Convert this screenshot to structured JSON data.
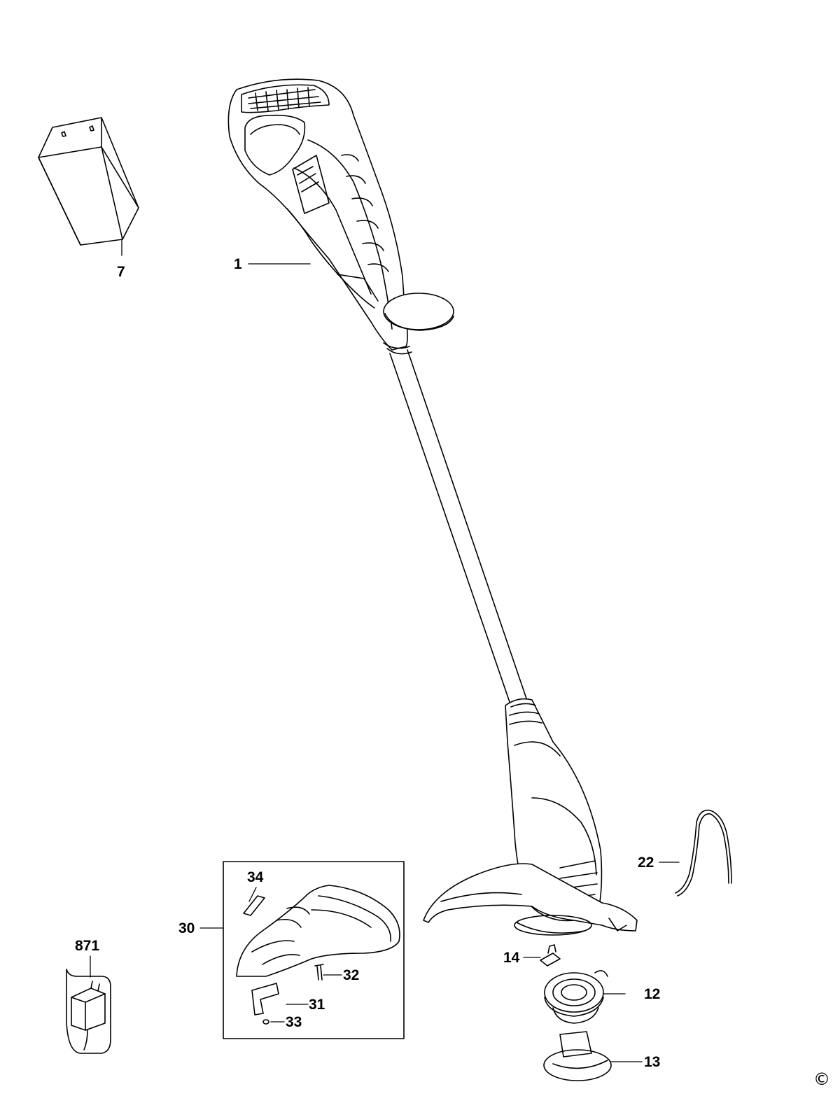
{
  "diagram": {
    "callouts": {
      "c1": "1",
      "c7": "7",
      "c12": "12",
      "c13": "13",
      "c14": "14",
      "c22": "22",
      "c30": "30",
      "c31": "31",
      "c32": "32",
      "c33": "33",
      "c34": "34",
      "c871": "871"
    },
    "copyright_symbol": "©"
  },
  "colors": {
    "line": "#000000",
    "background": "#ffffff"
  }
}
